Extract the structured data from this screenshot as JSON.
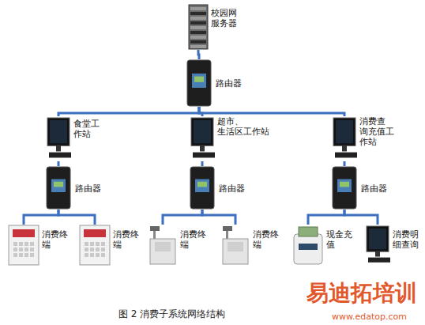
{
  "diagram": {
    "caption": "图 2 消费子系统网络结构",
    "nodes": [
      {
        "text": [
          "校园网 服务器"
        ]
      },
      {
        "text": [
          "路由器"
        ]
      },
      {
        "text": [
          "食堂工 作站"
        ]
      },
      {
        "text": [
          "超市、 生活区工作站"
        ]
      },
      {
        "text": [
          "消费查 询充值工 作站"
        ]
      },
      {
        "text": [
          "路由器"
        ]
      },
      {
        "text": [
          "路由器"
        ]
      },
      {
        "text": [
          "路由器"
        ]
      },
      {
        "text": [
          "消费终 端"
        ]
      },
      {
        "text": [
          "消费终 端"
        ]
      },
      {
        "text": [
          "消费终 端"
        ]
      },
      {
        "text": [
          "消费终 端"
        ]
      },
      {
        "text": [
          "现金充 值"
        ]
      },
      {
        "text": [
          "消费明 细查询"
        ]
      }
    ],
    "edges": [
      {
        "from": 0,
        "to": 1,
        "arrow": "none"
      },
      {
        "from": 1,
        "to": 2,
        "arrow": "none"
      },
      {
        "from": 1,
        "to": 3,
        "arrow": "none"
      },
      {
        "from": 1,
        "to": 4,
        "arrow": "none"
      },
      {
        "from": 2,
        "to": 5,
        "arrow": "none"
      },
      {
        "from": 3,
        "to": 6,
        "arrow": "none"
      },
      {
        "from": 4,
        "to": 7,
        "arrow": "none"
      },
      {
        "from": 5,
        "to": 8,
        "arrow": "none"
      },
      {
        "from": 5,
        "to": 9,
        "arrow": "none"
      },
      {
        "from": 6,
        "to": 10,
        "arrow": "none"
      },
      {
        "from": 6,
        "to": 11,
        "arrow": "none"
      },
      {
        "from": 7,
        "to": 12,
        "arrow": "none"
      },
      {
        "from": 7,
        "to": 13,
        "arrow": "none"
      }
    ],
    "labels": [
      "易迪拓培训",
      "www.edatop.com"
    ]
  }
}
